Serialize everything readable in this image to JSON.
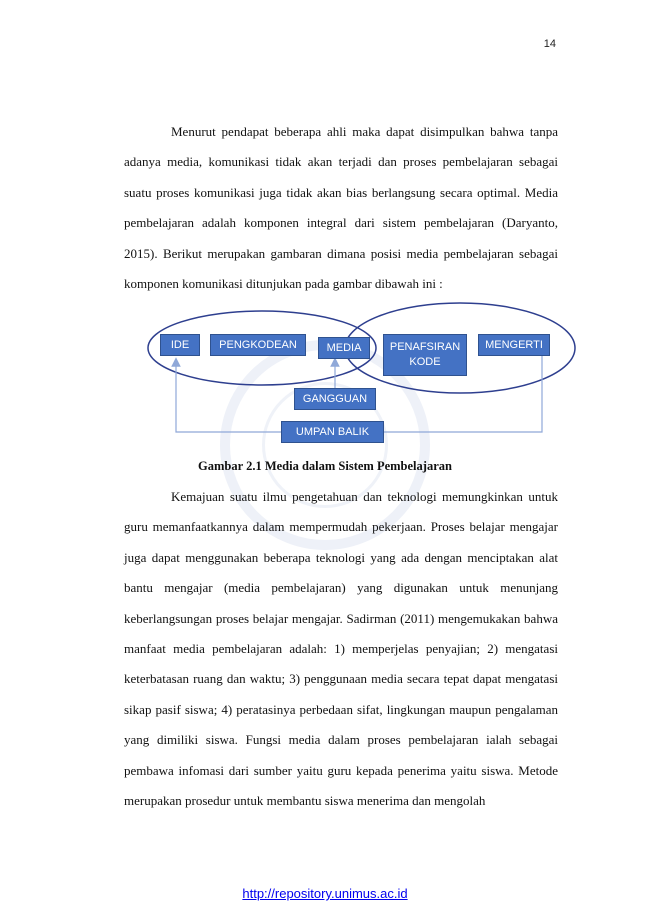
{
  "page": {
    "number": "14",
    "paragraph1": "Menurut pendapat beberapa ahli maka dapat disimpulkan bahwa tanpa adanya media, komunikasi tidak akan terjadi dan proses pembelajaran sebagai suatu proses komunikasi juga tidak akan bias berlangsung secara optimal. Media pembelajaran adalah komponen integral dari sistem pembelajaran (Daryanto, 2015). Berikut merupakan gambaran dimana posisi media pembelajaran sebagai komponen komunikasi ditunjukan pada gambar dibawah ini :",
    "paragraph2": "Kemajuan suatu ilmu pengetahuan dan teknologi memungkinkan untuk guru memanfaatkannya dalam mempermudah pekerjaan. Proses belajar mengajar juga dapat menggunakan beberapa teknologi yang ada dengan menciptakan alat bantu mengajar (media pembelajaran) yang digunakan untuk menunjang keberlangsungan proses belajar mengajar. Sadirman (2011) mengemukakan bahwa manfaat media pembelajaran adalah: 1) memperjelas penyajian; 2) mengatasi keterbatasan ruang dan waktu; 3) penggunaan media secara tepat dapat mengatasi sikap pasif siswa; 4) peratasinya perbedaan sifat, lingkungan maupun pengalaman yang dimiliki siswa. Fungsi media dalam proses pembelajaran ialah sebagai pembawa infomasi dari sumber yaitu guru kepada penerima yaitu siswa. Metode merupakan prosedur untuk membantu siswa menerima dan mengolah",
    "footer_link": "http://repository.unimus.ac.id"
  },
  "diagram": {
    "boxes": {
      "ide": "IDE",
      "pengkodean": "PENGKODEAN",
      "media": "MEDIA",
      "penafsiran_kode": "PENAFSIRAN KODE",
      "mengerti": "MENGERTI",
      "gangguan": "GANGGUAN",
      "umpan_balik": "UMPAN BALIK"
    },
    "caption": "Gambar 2.1 Media dalam Sistem Pembelajaran",
    "colors": {
      "box_fill": "#4472c4",
      "box_border": "#2f528f",
      "ellipse_stroke": "#2e3f8f",
      "connector": "#8fa8d8"
    }
  }
}
